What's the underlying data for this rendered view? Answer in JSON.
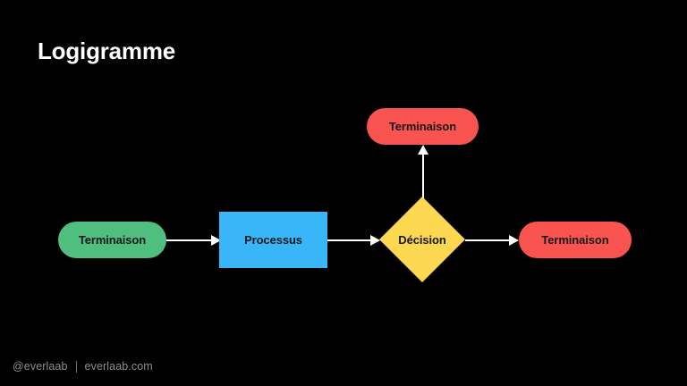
{
  "slide": {
    "background_color": "#000000",
    "title": "Logigramme"
  },
  "flowchart": {
    "nodes": [
      {
        "id": "start",
        "label": "Terminaison",
        "shape": "terminator",
        "color": "#4FBE7E",
        "text_color": "#16181d"
      },
      {
        "id": "process",
        "label": "Processus",
        "shape": "process",
        "color": "#38B6F8",
        "text_color": "#16181d"
      },
      {
        "id": "decision",
        "label": "Décision",
        "shape": "decision",
        "color": "#FCD751",
        "text_color": "#16181d"
      },
      {
        "id": "end-right",
        "label": "Terminaison",
        "shape": "terminator",
        "color": "#F9544F",
        "text_color": "#16181d"
      },
      {
        "id": "end-top",
        "label": "Terminaison",
        "shape": "terminator",
        "color": "#F9544F",
        "text_color": "#16181d"
      }
    ],
    "connectors": [
      {
        "id": "start-to-process",
        "direction": "right",
        "color": "#ffffff"
      },
      {
        "id": "process-to-decision",
        "direction": "right",
        "color": "#ffffff"
      },
      {
        "id": "decision-to-end-right",
        "direction": "right",
        "color": "#ffffff"
      },
      {
        "id": "decision-to-end-top",
        "direction": "up",
        "color": "#ffffff"
      }
    ]
  },
  "footer": {
    "handle": "@everlaab",
    "website": "everlaab.com"
  }
}
